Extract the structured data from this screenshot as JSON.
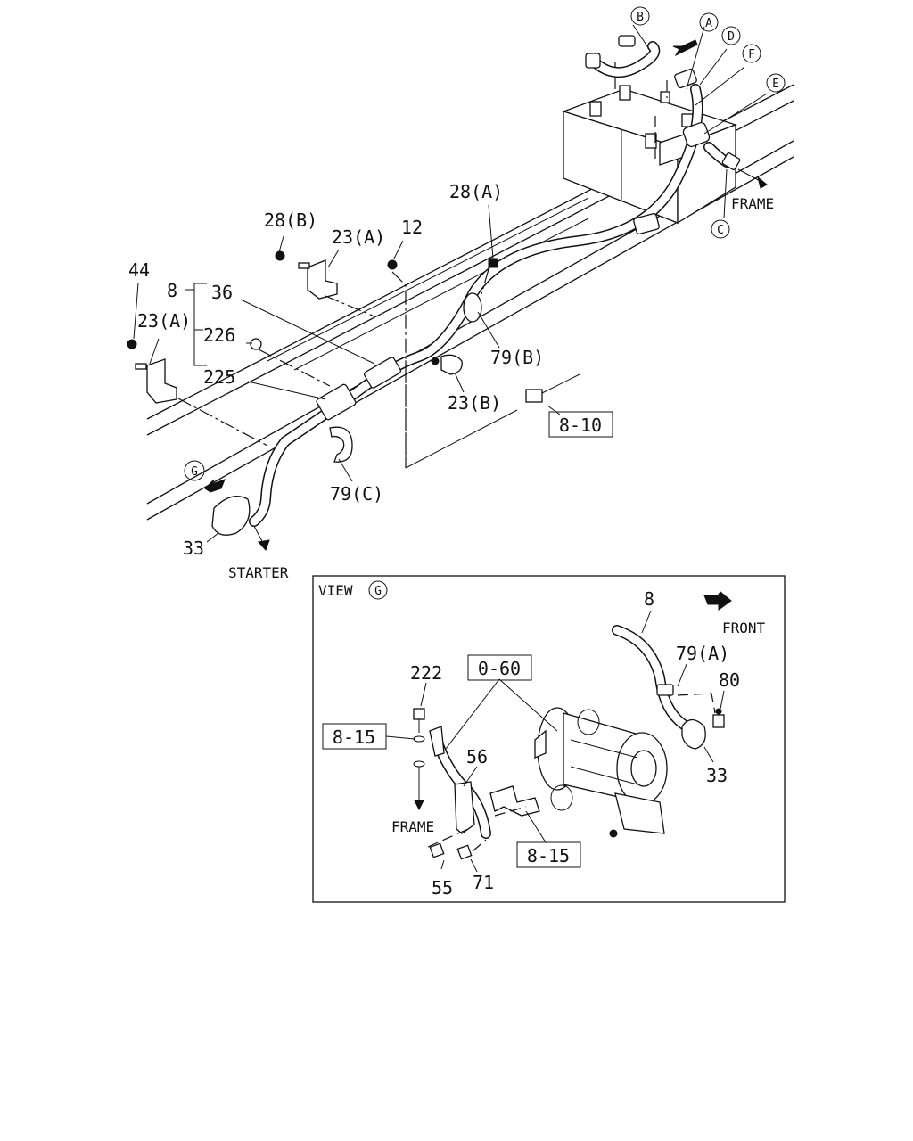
{
  "labels": {
    "b_circle": "B",
    "a_circle": "A",
    "d_circle": "D",
    "f_circle": "F",
    "e_circle": "E",
    "c_circle": "C",
    "frame_top": "FRAME",
    "p28b": "28(B)",
    "p23a_top": "23(A)",
    "p12": "12",
    "p28a": "28(A)",
    "p44": "44",
    "p8_main": "8",
    "p36": "36",
    "p23a_left": "23(A)",
    "p226": "226",
    "p225": "225",
    "p79b": "79(B)",
    "p23b": "23(B)",
    "ref_8_10": "8-10",
    "g_circle": "G",
    "p79c": "79(C)",
    "p33_main": "33",
    "starter": "STARTER"
  },
  "view": {
    "title": "VIEW",
    "g_circle": "G",
    "p8": "8",
    "front": "FRONT",
    "p79a": "79(A)",
    "p80": "80",
    "p33": "33",
    "ref_0_60": "0-60",
    "p222": "222",
    "ref_8_15_left": "8-15",
    "p56": "56",
    "frame": "FRAME",
    "p55": "55",
    "p71": "71",
    "ref_8_15_bottom": "8-15"
  }
}
